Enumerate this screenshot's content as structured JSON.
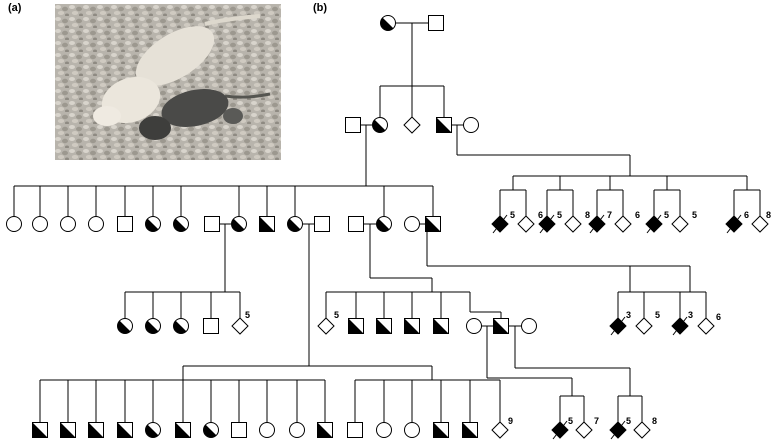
{
  "panels": {
    "a_label": "(a)",
    "b_label": "(b)"
  },
  "colors": {
    "line": "#000000",
    "fill": "#000000",
    "background": "#ffffff",
    "photo_gravel": "#b8b4ac",
    "photo_light_mouse": "#e6e1d7",
    "photo_dark_mouse": "#4a4a48"
  },
  "pedigree": {
    "symbols": {
      "square": "male",
      "circle": "female",
      "diamond": "sex unspecified",
      "half_filled": "heterozygous carrier",
      "filled_slashed": "affected, deceased"
    },
    "counts": {
      "gen3_left_a": "5",
      "gen3_left_b": "6",
      "gen3_left_c": "5",
      "gen3_left_d": "8",
      "gen3_left_e": "7",
      "gen3_left_f": "6",
      "gen3_left_g": "5",
      "gen3_left_h": "5",
      "gen3_left_i": "6",
      "gen3_left_j": "8",
      "gen4_diamond_a": "5",
      "gen4_diamond_b": "5",
      "gen4_right_a": "3",
      "gen4_right_b": "5",
      "gen4_right_c": "3",
      "gen4_right_d": "6",
      "gen5_diamond": "9",
      "gen5_right_a": "5",
      "gen5_right_b": "7",
      "gen5_right_c": "5",
      "gen5_right_d": "8"
    }
  }
}
